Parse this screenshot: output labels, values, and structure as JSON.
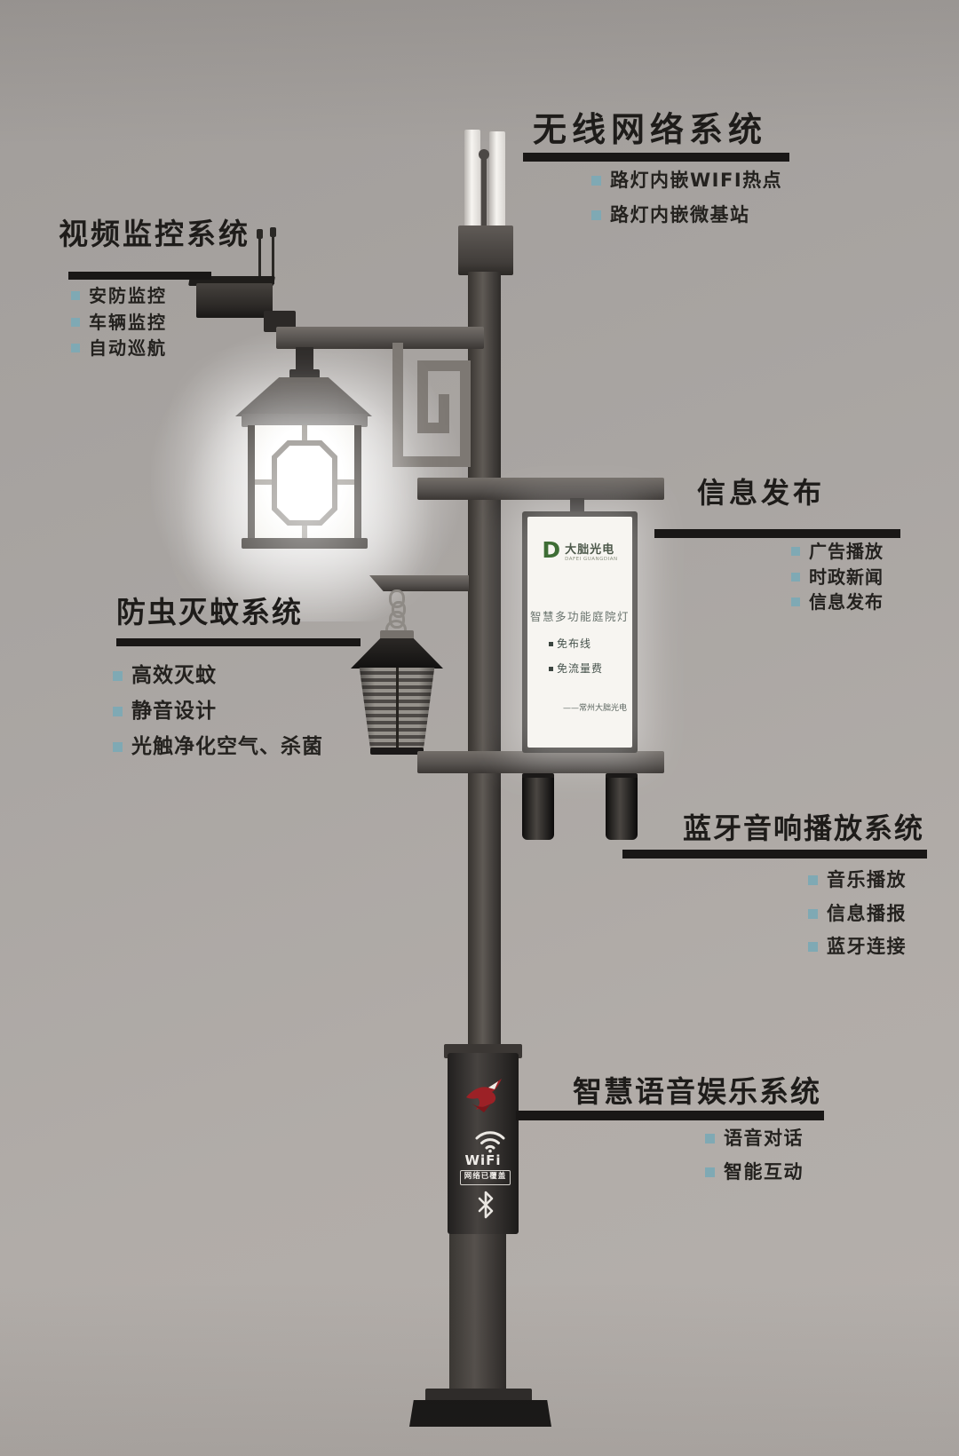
{
  "callouts": [
    {
      "id": "wireless",
      "title": "无线网络系统",
      "items": [
        "路灯内嵌WIFI热点",
        "路灯内嵌微基站"
      ]
    },
    {
      "id": "video",
      "title": "视频监控系统",
      "items": [
        "安防监控",
        "车辆监控",
        "自动巡航"
      ]
    },
    {
      "id": "mosquito",
      "title": "防虫灭蚊系统",
      "items": [
        "高效灭蚊",
        "静音设计",
        "光触净化空气、杀菌"
      ]
    },
    {
      "id": "info",
      "title": "信息发布",
      "items": [
        "广告播放",
        "时政新闻",
        "信息发布"
      ]
    },
    {
      "id": "bluetooth",
      "title": "蓝牙音响播放系统",
      "items": [
        "音乐播放",
        "信息播报",
        "蓝牙连接"
      ]
    },
    {
      "id": "voice",
      "title": "智慧语音娱乐系统",
      "items": [
        "语音对话",
        "智能互动"
      ]
    }
  ],
  "screen": {
    "logo_letter": "D",
    "brand_name": "大朏光电",
    "brand_sub": "DAFEI GUANGDIAN",
    "headline": "智慧多功能庭院灯",
    "features": [
      "免布线",
      "免流量费"
    ],
    "signature": "——常州大朏光电"
  },
  "base_unit": {
    "wifi_label": "WiFi",
    "network_label": "网络已覆盖"
  },
  "colors": {
    "background": "#a9a5a2",
    "text": "#1e1c1a",
    "underline": "#191716",
    "bullet": "#7fa9b4",
    "eagle_red": "#9c2126",
    "logo_green": "#3e6d35"
  }
}
